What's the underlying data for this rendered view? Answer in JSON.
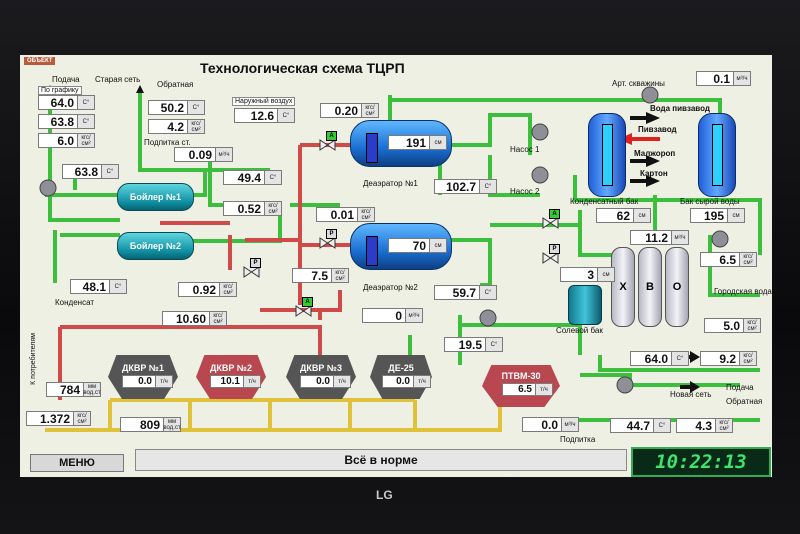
{
  "title": "Технологическая схема ТЦРП",
  "tag": "ОБЪЕКТ",
  "labels": {
    "podacha": "Подача",
    "staraya_set": "Старая сеть",
    "obratnaya": "Обратная",
    "po_grafiku": "По графику",
    "naruzhny_vozduh": "Наружный воздух",
    "podpiska_st": "Подпитка ст.",
    "deaerator1": "Деаэратор №1",
    "deaerator2": "Деаэратор №2",
    "kondensat": "Конденсат",
    "nasos1": "Насос 1",
    "nasos2": "Насос 2",
    "art_skvazhiny": "Арт. скважины",
    "voda_pivzavod": "Вода пивзавод",
    "pivzavod": "Пивзавод",
    "malzhorop": "Малжороп",
    "karton": "Картон",
    "kondensat_bak": "Конденсатный бак",
    "bak_syroy_vody": "Бак сырой воды",
    "gorodskaya_voda": "Городская вода",
    "solevoy_bak": "Солевой бак",
    "k_potrebitelyam": "К потребителям",
    "novaya_set": "Новая сеть",
    "podacha2": "Подача",
    "obratnaya2": "Обратная",
    "podpitka": "Подпитка"
  },
  "boilers": [
    "Бойлер №1",
    "Бойлер №2"
  ],
  "hvo": [
    "Х",
    "В",
    "О"
  ],
  "kettles": [
    {
      "name": "ДКВР №1",
      "value": "0.0",
      "unit": "т/ч"
    },
    {
      "name": "ДКВР №2",
      "value": "10.1",
      "unit": "т/ч"
    },
    {
      "name": "ДКВР №3",
      "value": "0.0",
      "unit": "т/ч"
    },
    {
      "name": "ДЕ-25",
      "value": "0.0",
      "unit": "т/ч"
    }
  ],
  "ptvm": {
    "name": "ПТВМ-30",
    "value": "6.5",
    "unit": "т/ч"
  },
  "readings": {
    "r640": {
      "v": "64.0",
      "u": "С°"
    },
    "r638": {
      "v": "63.8",
      "u": "С°"
    },
    "r60": {
      "v": "6.0",
      "u": "кгс/см²"
    },
    "r502": {
      "v": "50.2",
      "u": "С°"
    },
    "r42": {
      "v": "4.2",
      "u": "кгс/см²"
    },
    "r126": {
      "v": "12.6",
      "u": "С°"
    },
    "r009": {
      "v": "0.09",
      "u": "м³/ч"
    },
    "r638b": {
      "v": "63.8",
      "u": "С°"
    },
    "r494": {
      "v": "49.4",
      "u": "С°"
    },
    "r052": {
      "v": "0.52",
      "u": "кгс/см²"
    },
    "r481": {
      "v": "48.1",
      "u": "С°"
    },
    "r092": {
      "v": "0.92",
      "u": "кгс/см²"
    },
    "r75": {
      "v": "7.5",
      "u": "кгс/см²"
    },
    "r020": {
      "v": "0.20",
      "u": "кгс/см²"
    },
    "r191": {
      "v": "191",
      "u": "см"
    },
    "r1027": {
      "v": "102.7",
      "u": "С°"
    },
    "r001": {
      "v": "0.01",
      "u": "кгс/см²"
    },
    "r70": {
      "v": "70",
      "u": "см"
    },
    "r597": {
      "v": "59.7",
      "u": "С°"
    },
    "r0": {
      "v": "0",
      "u": "м³/ч"
    },
    "r1060": {
      "v": "10.60",
      "u": "кгс/см²"
    },
    "r195": {
      "v": "19.5",
      "u": "С°"
    },
    "r01": {
      "v": "0.1",
      "u": "м³/ч"
    },
    "r62": {
      "v": "62",
      "u": "см"
    },
    "r195b": {
      "v": "195",
      "u": "см"
    },
    "r112": {
      "v": "11.2",
      "u": "м³/ч"
    },
    "r3": {
      "v": "3",
      "u": "см"
    },
    "r65": {
      "v": "6.5",
      "u": "кгс/см²"
    },
    "r50": {
      "v": "5.0",
      "u": "кгс/см²"
    },
    "r640b": {
      "v": "64.0",
      "u": "С°"
    },
    "r92": {
      "v": "9.2",
      "u": "кгс/см²"
    },
    "r784": {
      "v": "784",
      "u": "мм вод.ст"
    },
    "r1372": {
      "v": "1.372",
      "u": "кгс/см²"
    },
    "r809": {
      "v": "809",
      "u": "мм вод.ст"
    },
    "r00": {
      "v": "0.0",
      "u": "м³/ч"
    },
    "r447": {
      "v": "44.7",
      "u": "С°"
    },
    "r43": {
      "v": "4.3",
      "u": "кгс/см²"
    }
  },
  "status": "Всё в норме",
  "menu_label": "МЕНЮ",
  "clock": "10:22:13",
  "logo": "LG",
  "valve_letters": {
    "a": "A",
    "p": "P"
  }
}
